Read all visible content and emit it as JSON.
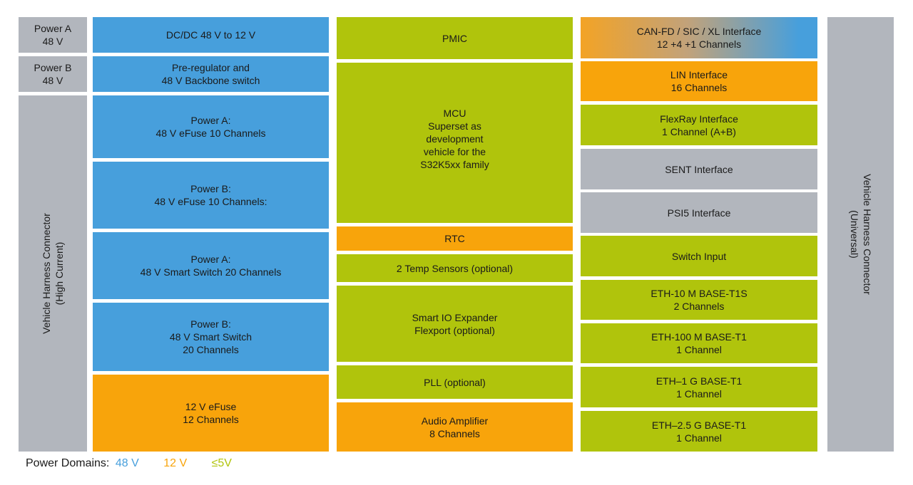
{
  "colors": {
    "power_48v": "#479fdc",
    "power_12v": "#f8a40b",
    "power_5v": "#b0c40c",
    "connector": "#b2b6bd"
  },
  "left_connectors": {
    "power_a": [
      "Power A",
      "48 V"
    ],
    "power_b": [
      "Power B",
      "48 V"
    ],
    "harness": [
      "Vehicle Harness Connector",
      "(High Current)"
    ]
  },
  "power_column": [
    [
      "DC/DC 48 V to 12 V"
    ],
    [
      "Pre-regulator and",
      "48 V Backbone switch"
    ],
    [
      "Power A:",
      "48 V eFuse 10 Channels"
    ],
    [
      "Power B:",
      "48 V eFuse 10 Channels:"
    ],
    [
      "Power A:",
      "48 V Smart Switch 20 Channels"
    ],
    [
      "Power B:",
      "48 V Smart Switch",
      "20 Channels"
    ],
    [
      "12 V eFuse",
      "12 Channels"
    ]
  ],
  "mcu_column": [
    [
      "PMIC"
    ],
    [
      "MCU",
      "Superset as",
      "development",
      "vehicle for the",
      "S32K5xx family"
    ],
    [
      "RTC"
    ],
    [
      "2 Temp Sensors (optional)"
    ],
    [
      "Smart IO Expander",
      "Flexport (optional)"
    ],
    [
      "PLL (optional)"
    ],
    [
      "Audio Amplifier",
      "8 Channels"
    ]
  ],
  "interface_column": [
    [
      "CAN-FD / SIC / XL Interface",
      "12 +4 +1 Channels"
    ],
    [
      "LIN Interface",
      "16 Channels"
    ],
    [
      "FlexRay Interface",
      "1 Channel (A+B)"
    ],
    [
      "SENT Interface"
    ],
    [
      "PSI5 Interface"
    ],
    [
      "Switch Input"
    ],
    [
      "ETH-10 M BASE-T1S",
      "2 Channels"
    ],
    [
      "ETH-100 M BASE-T1",
      "1 Channel"
    ],
    [
      "ETH–1 G BASE-T1",
      "1 Channel"
    ],
    [
      "ETH–2.5 G BASE-T1",
      "1 Channel"
    ]
  ],
  "right_connector": [
    "Vehicle Harness Connector",
    "(Universal)"
  ],
  "legend": {
    "label": "Power Domains:",
    "v48": "48 V",
    "v12": "12 V",
    "v5": "≤5V"
  }
}
